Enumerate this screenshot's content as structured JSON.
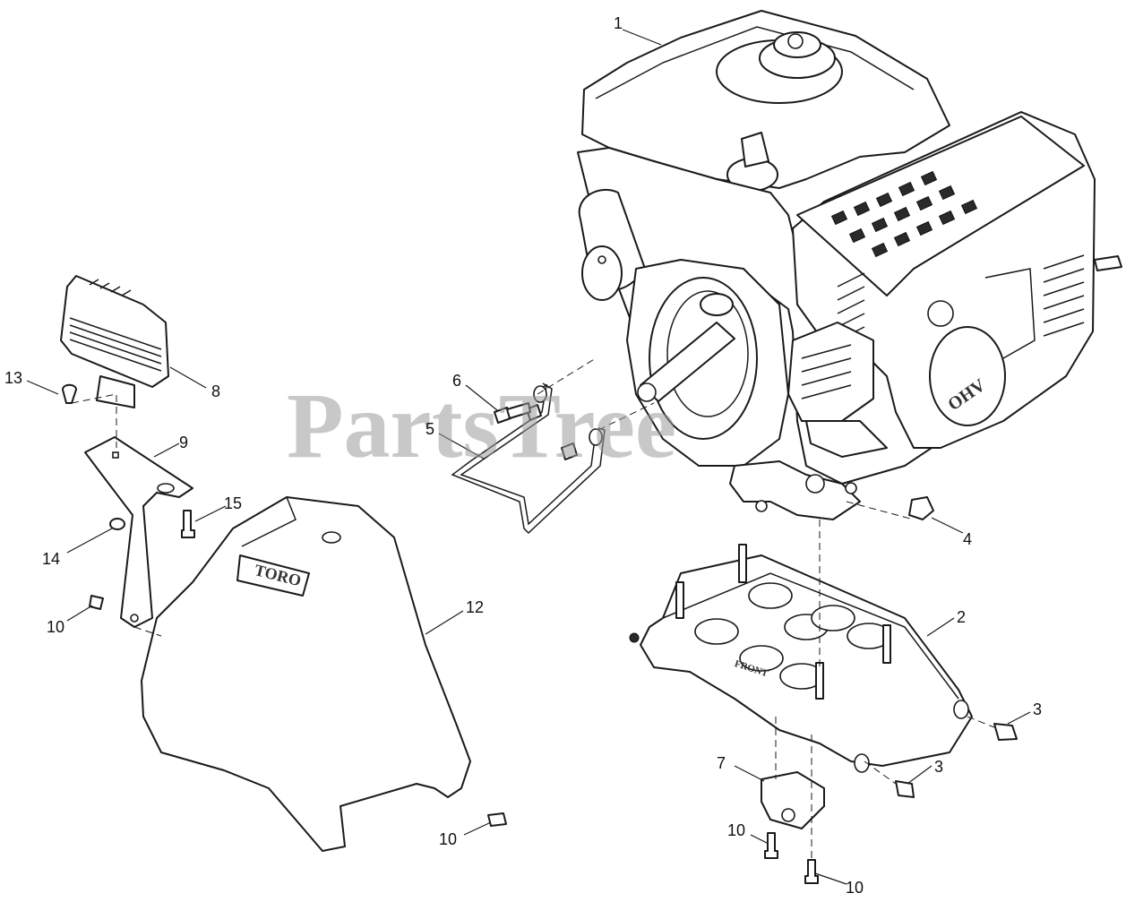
{
  "diagram": {
    "watermark": "PartsTree",
    "stamps": {
      "shield_brand": "TORO",
      "mount_plate": "FRONT",
      "engine_badge": "OHV"
    },
    "callouts": [
      {
        "id": "c1",
        "label": "1"
      },
      {
        "id": "c2",
        "label": "2"
      },
      {
        "id": "c3a",
        "label": "3"
      },
      {
        "id": "c3b",
        "label": "3"
      },
      {
        "id": "c4",
        "label": "4"
      },
      {
        "id": "c5",
        "label": "5"
      },
      {
        "id": "c6",
        "label": "6"
      },
      {
        "id": "c7",
        "label": "7"
      },
      {
        "id": "c8",
        "label": "8"
      },
      {
        "id": "c9",
        "label": "9"
      },
      {
        "id": "c10a",
        "label": "10"
      },
      {
        "id": "c10b",
        "label": "10"
      },
      {
        "id": "c10c",
        "label": "10"
      },
      {
        "id": "c10d",
        "label": "10"
      },
      {
        "id": "c12",
        "label": "12"
      },
      {
        "id": "c13",
        "label": "13"
      },
      {
        "id": "c14",
        "label": "14"
      },
      {
        "id": "c15",
        "label": "15"
      }
    ],
    "icons": {
      "engine": "engine-illustration",
      "headlight": "headlight-illustration",
      "shield": "shield-illustration",
      "plate": "mount-plate-illustration"
    }
  }
}
